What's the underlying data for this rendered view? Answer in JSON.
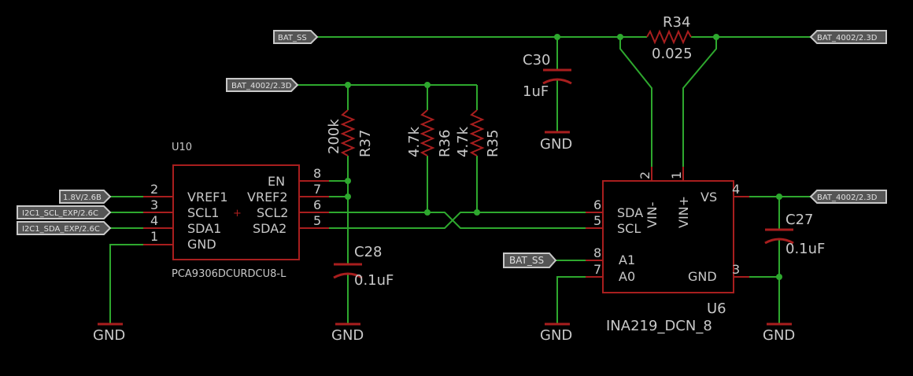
{
  "colors": {
    "background": "#000000",
    "wire": "#2ea82e",
    "component": "#a81e1e",
    "text": "#c8c8c8"
  },
  "net_labels": {
    "bat_ss_top": "BAT_SS",
    "bat_4002_top": "BAT_4002/2.3D",
    "bat_4002_left": "BAT_4002/2.3D",
    "v18": "1.8V/2.6B",
    "scl": "I2C1_SCL_EXP/2.6C",
    "sda": "I2C1_SDA_EXP/2.6C",
    "bat_ss_mid": "BAT_SS",
    "bat_4002_right": "BAT_4002/2.3D"
  },
  "components": {
    "r34": {
      "name": "R34",
      "value": "0.025"
    },
    "c30": {
      "name": "C30",
      "value": "1uF"
    },
    "r37": {
      "name": "R37",
      "value": "200k"
    },
    "r36": {
      "name": "R36",
      "value": "4.7k"
    },
    "r35": {
      "name": "R35",
      "value": "4.7k"
    },
    "c28": {
      "name": "C28",
      "value": "0.1uF"
    },
    "c27": {
      "name": "C27",
      "value": "0.1uF"
    },
    "u10": {
      "name": "U10",
      "part": "PCA9306DCURDCU8-L",
      "pins": {
        "en": "EN",
        "vref1": "VREF1",
        "vref2": "VREF2",
        "scl1": "SCL1",
        "scl2": "SCL2",
        "sda1": "SDA1",
        "sda2": "SDA2",
        "gnd": "GND"
      },
      "pin_numbers": {
        "en": "8",
        "vref1": "2",
        "vref2": "7",
        "scl1": "3",
        "scl2": "6",
        "sda1": "4",
        "sda2": "5",
        "gnd": "1"
      },
      "marker": "+"
    },
    "u6": {
      "name": "U6",
      "part": "INA219_DCN_8",
      "pins": {
        "sda": "SDA",
        "scl": "SCL",
        "a1": "A1",
        "a0": "A0",
        "vinm": "VIN-",
        "vinp": "VIN+",
        "vs": "VS",
        "gnd": "GND"
      },
      "pin_numbers": {
        "sda": "6",
        "scl": "5",
        "a1": "8",
        "a0": "7",
        "vinm": "2",
        "vinp": "1",
        "vs": "4",
        "gnd": "3"
      }
    }
  },
  "grounds": {
    "gnd_u10": "GND",
    "gnd_c28": "GND",
    "gnd_c30": "GND",
    "gnd_u6": "GND",
    "gnd_c27": "GND"
  }
}
